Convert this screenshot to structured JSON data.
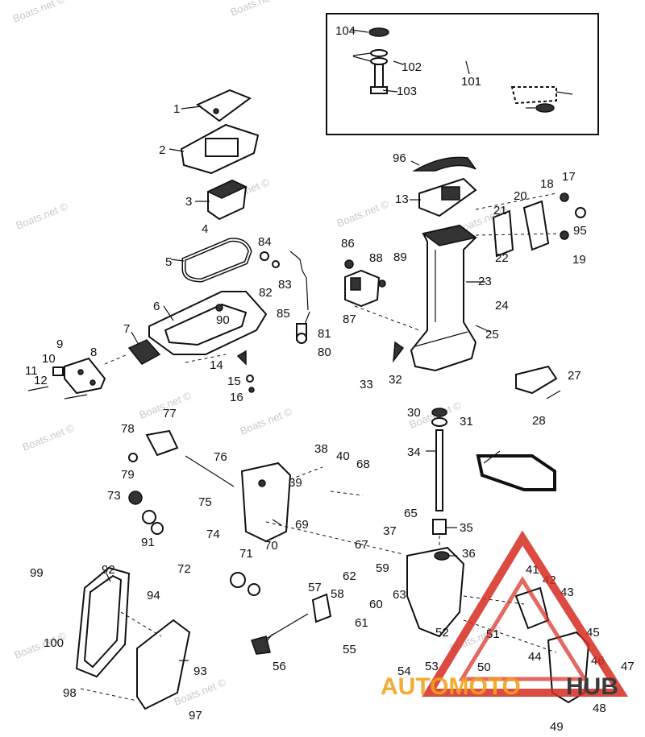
{
  "watermark": "Boats.net ©",
  "logo": {
    "text_orange": "AUTOMOTO",
    "text_dark": "HUB",
    "color_red": "#d62b20",
    "color_orange": "#f2a21c",
    "color_dark": "#3b3b3b"
  },
  "callouts": [
    "1",
    "2",
    "3",
    "4",
    "5",
    "6",
    "7",
    "8",
    "9",
    "10",
    "11",
    "12",
    "13",
    "14",
    "15",
    "16",
    "17",
    "18",
    "19",
    "20",
    "21",
    "22",
    "23",
    "24",
    "25",
    "27",
    "28",
    "30",
    "31",
    "32",
    "33",
    "34",
    "35",
    "36",
    "37",
    "38",
    "39",
    "40",
    "41",
    "42",
    "43",
    "44",
    "45",
    "46",
    "47",
    "48",
    "49",
    "50",
    "51",
    "52",
    "53",
    "54",
    "55",
    "56",
    "57",
    "58",
    "59",
    "60",
    "61",
    "62",
    "63",
    "65",
    "67",
    "68",
    "69",
    "70",
    "71",
    "72",
    "73",
    "74",
    "75",
    "76",
    "77",
    "78",
    "79",
    "80",
    "81",
    "82",
    "83",
    "84",
    "85",
    "86",
    "87",
    "88",
    "89",
    "90",
    "91",
    "92",
    "93",
    "94",
    "95",
    "96",
    "97",
    "98",
    "99",
    "100",
    "101",
    "102",
    "103",
    "104"
  ]
}
